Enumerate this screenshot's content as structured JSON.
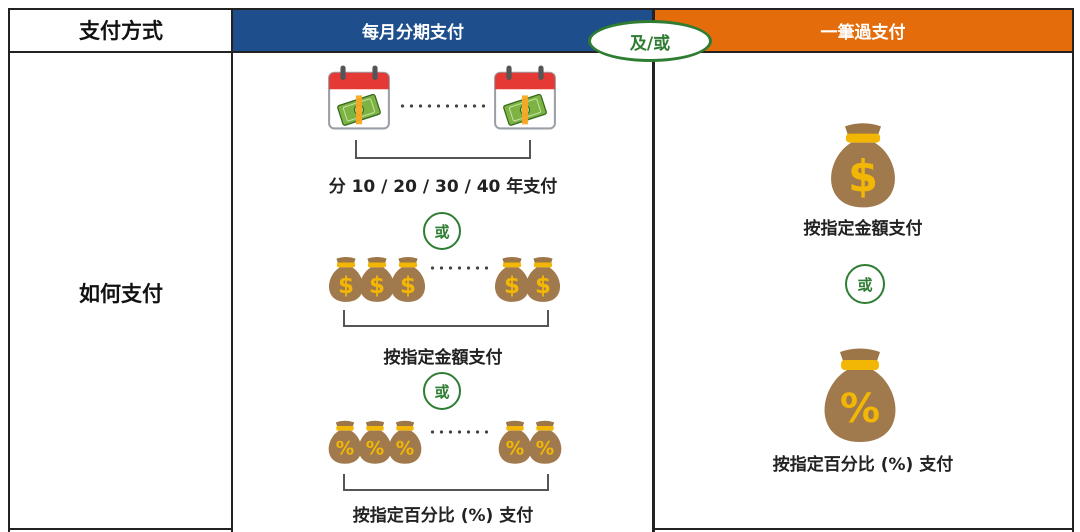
{
  "header": {
    "label": "支付方式",
    "monthly": "每月分期支付",
    "lump": "一筆過支付",
    "and_or": "及/或"
  },
  "row": {
    "label": "如何支付"
  },
  "monthly": {
    "installment_text": "分 10 / 20 / 30 / 40 年支付",
    "or1": "或",
    "fixed_amount_text": "按指定金額支付",
    "or2": "或",
    "percentage_text": "按指定百分比 (%) 支付"
  },
  "lump": {
    "fixed_amount_text": "按指定金額支付",
    "or": "或",
    "percentage_text": "按指定百分比 (%) 支付"
  },
  "icons": {
    "calendar": "calendar-cash-icon",
    "money_bag_dollar": "money-bag-dollar-icon",
    "money_bag_percent": "money-bag-percent-icon"
  },
  "colors": {
    "monthly_header": "#1f4e8c",
    "lump_header": "#e46c0a",
    "or_green": "#2e7d32",
    "bag_brown": "#a07a4c",
    "symbol_gold": "#f2b705"
  }
}
